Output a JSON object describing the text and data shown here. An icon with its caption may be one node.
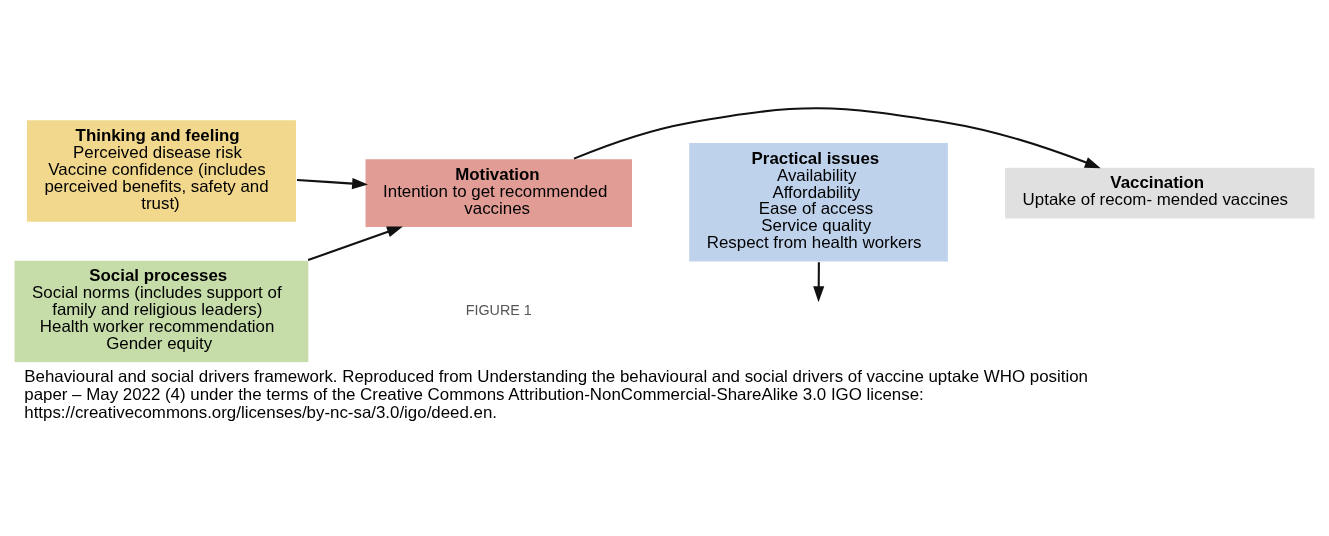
{
  "diagram": {
    "caption": "Behavioural and social drivers framework. Reproduced from Understanding the behavioural and social drivers of vaccine uptake WHO position paper – May 2022 (4) under the terms of the Creative Commons Attribution-NonCommercial-ShareAlike 3.0 IGO license: https://creativecommons.org/licenses/by-nc-sa/3.0/igo/deed.en.",
    "nodes": [
      {
        "text": [
          "Thinking and feeling",
          "Perceived disease risk",
          "Vaccine confidence (includes perceived benefits, safety and trust)"
        ]
      },
      {
        "text": [
          "Social processes",
          "Social norms (includes support of family and religious leaders)",
          "Health worker recommendation",
          "Gender equity"
        ]
      },
      {
        "text": [
          "Motivation",
          "Intention to get recommended vaccines"
        ]
      },
      {
        "text": [
          "Practical issues",
          "Availability",
          "Affordability",
          "Ease of access",
          "Service quality",
          "Respect from health workers"
        ]
      },
      {
        "text": [
          "Vaccination",
          "Uptake of recom- mended vaccines"
        ]
      }
    ],
    "edges": [
      {
        "from": 0,
        "to": 2,
        "arrow": "to"
      },
      {
        "from": 1,
        "to": 2,
        "arrow": "to"
      },
      {
        "from": 2,
        "to": 4,
        "arrow": "to"
      },
      {
        "from": 3,
        "to": null,
        "arrow": "to"
      }
    ],
    "labels": [
      "FIGURE 1"
    ]
  }
}
